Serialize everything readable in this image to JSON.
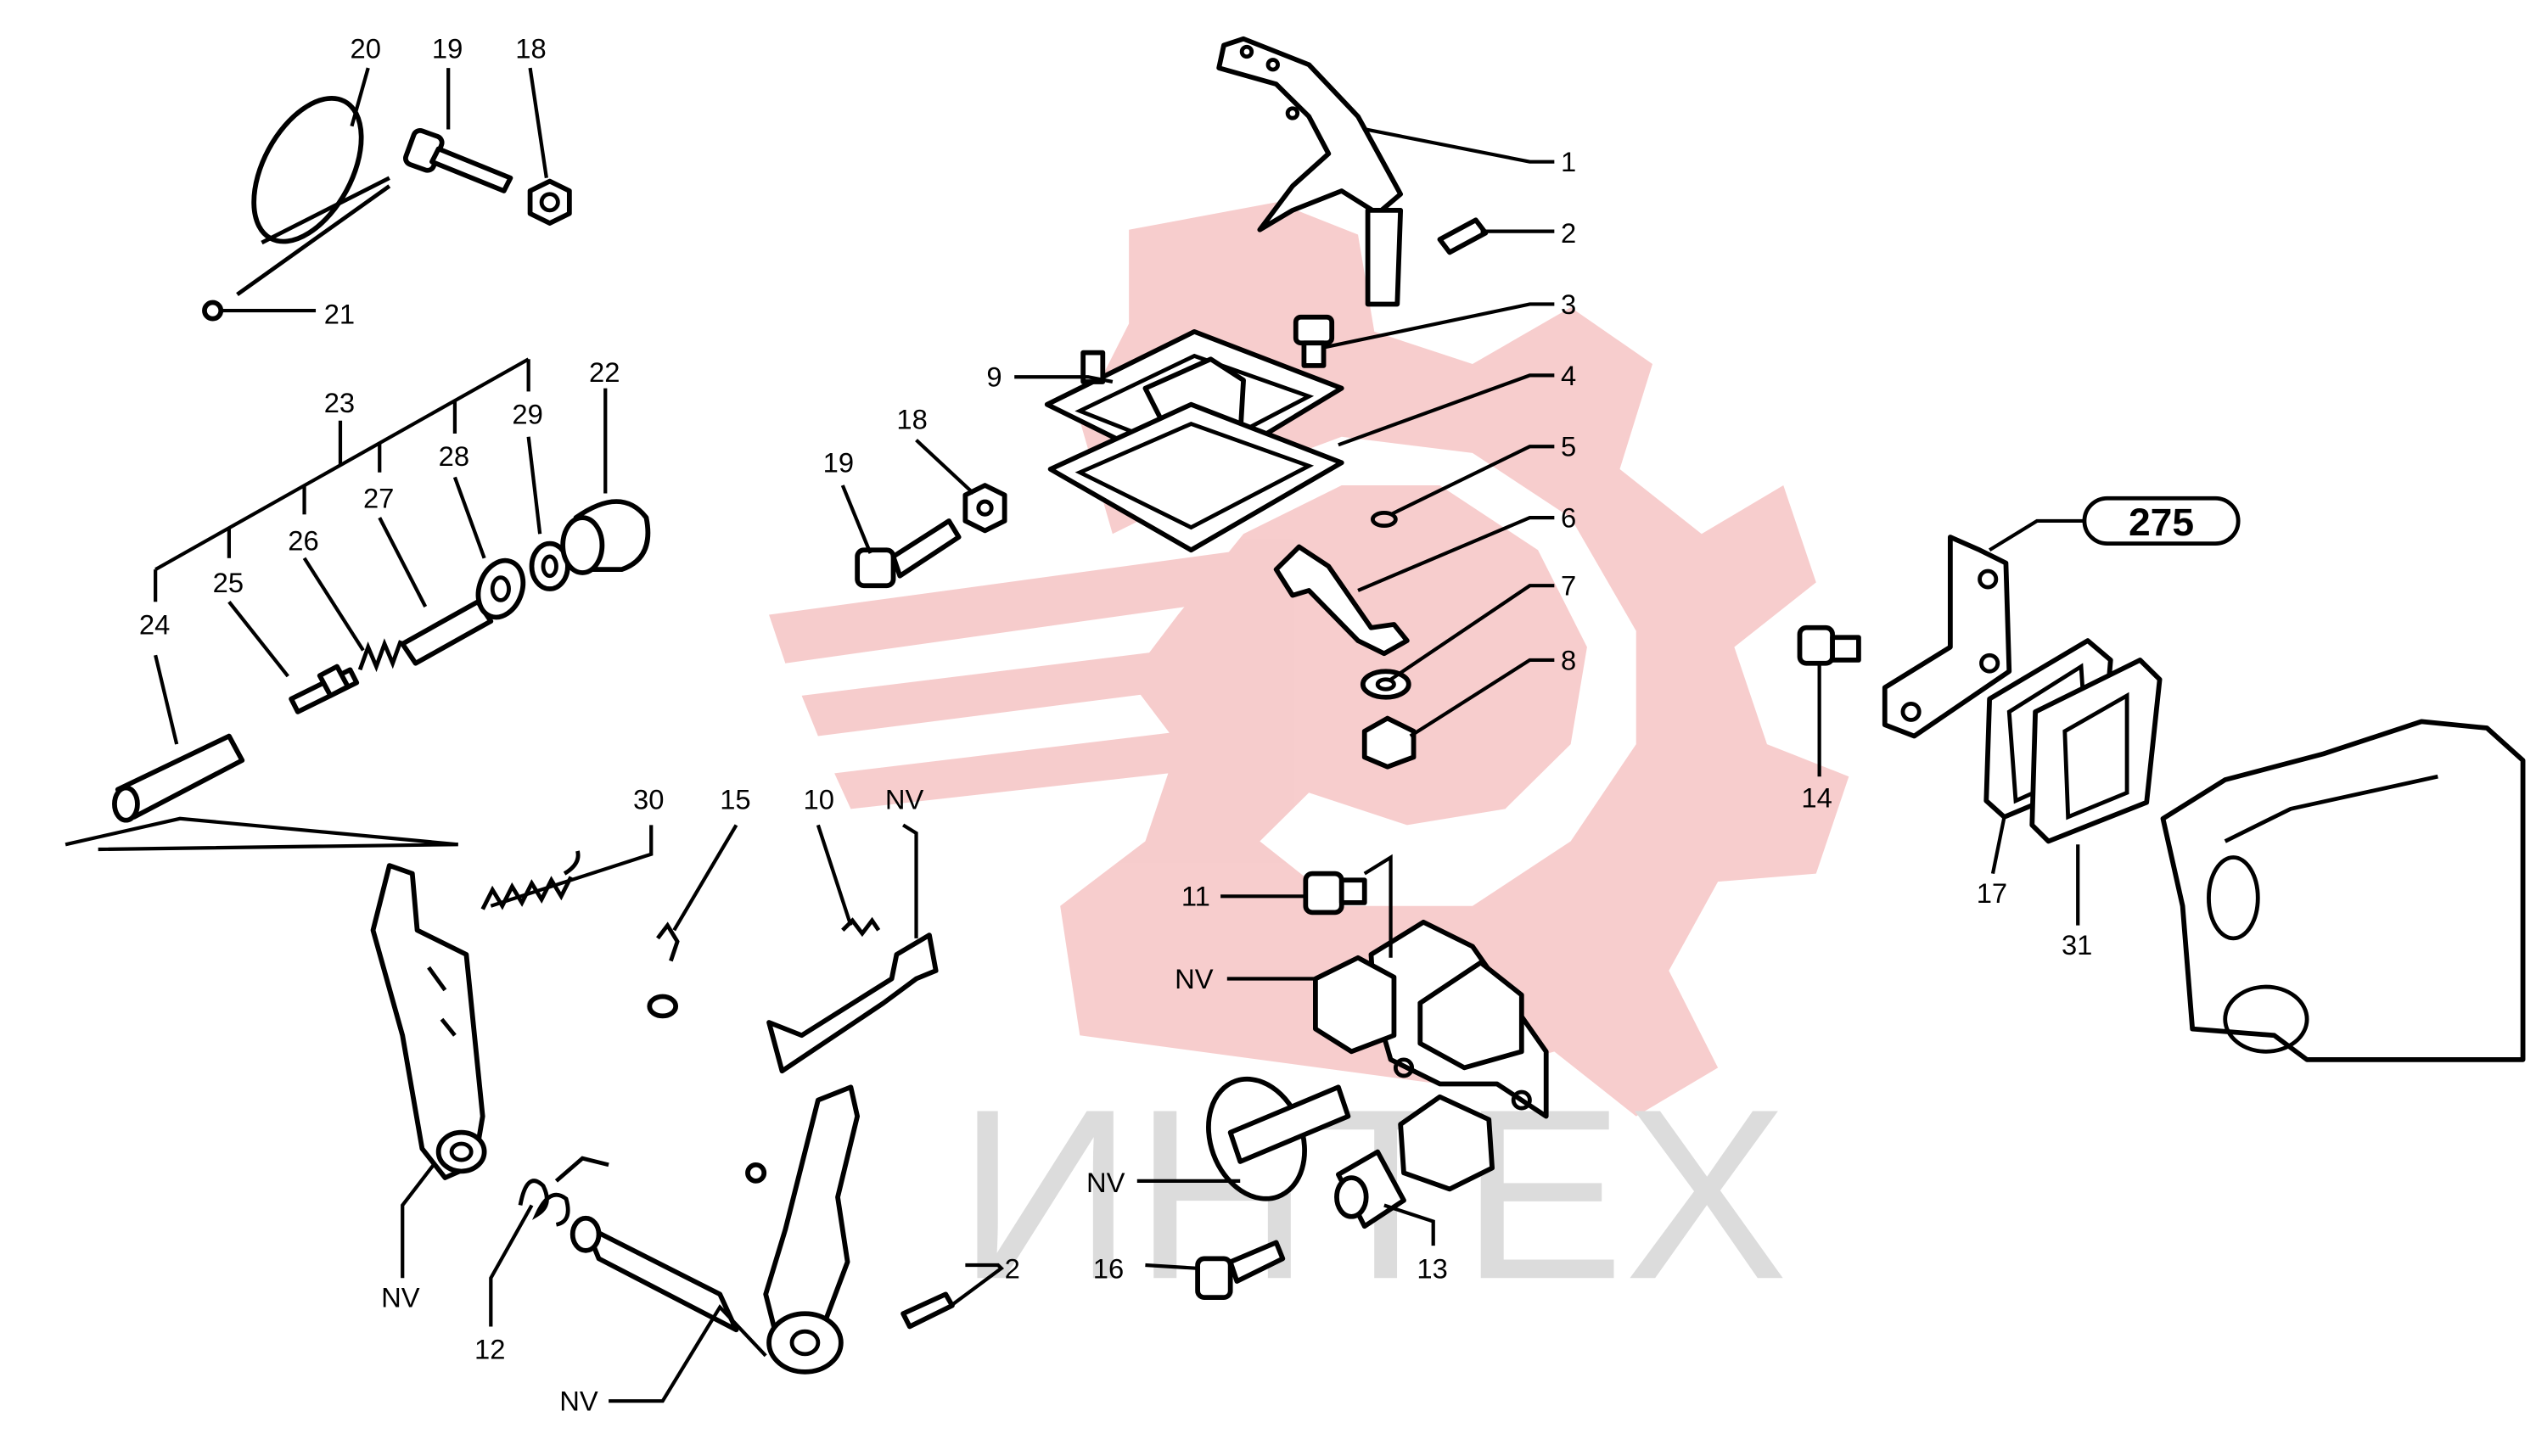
{
  "watermark": {
    "text": "ИНТЕХ",
    "gear_color": "#f4bcbc",
    "text_color": "#dcdcdc"
  },
  "reference_badge": {
    "label": "275"
  },
  "callouts": {
    "c1": "1",
    "c2a": "2",
    "c2b": "2",
    "c3": "3",
    "c4": "4",
    "c5": "5",
    "c6": "6",
    "c7": "7",
    "c8": "8",
    "c9": "9",
    "c10": "10",
    "c11": "11",
    "c12": "12",
    "c13": "13",
    "c14": "14",
    "c15": "15",
    "c16": "16",
    "c17": "17",
    "c18a": "18",
    "c18b": "18",
    "c19a": "19",
    "c19b": "19",
    "c20": "20",
    "c21": "21",
    "c22": "22",
    "c23": "23",
    "c24": "24",
    "c25": "25",
    "c26": "26",
    "c27": "27",
    "c28": "28",
    "c29": "29",
    "c30": "30",
    "c31": "31",
    "nv1": "NV",
    "nv2": "NV",
    "nv3": "NV",
    "nv4": "NV",
    "nv5": "NV"
  }
}
